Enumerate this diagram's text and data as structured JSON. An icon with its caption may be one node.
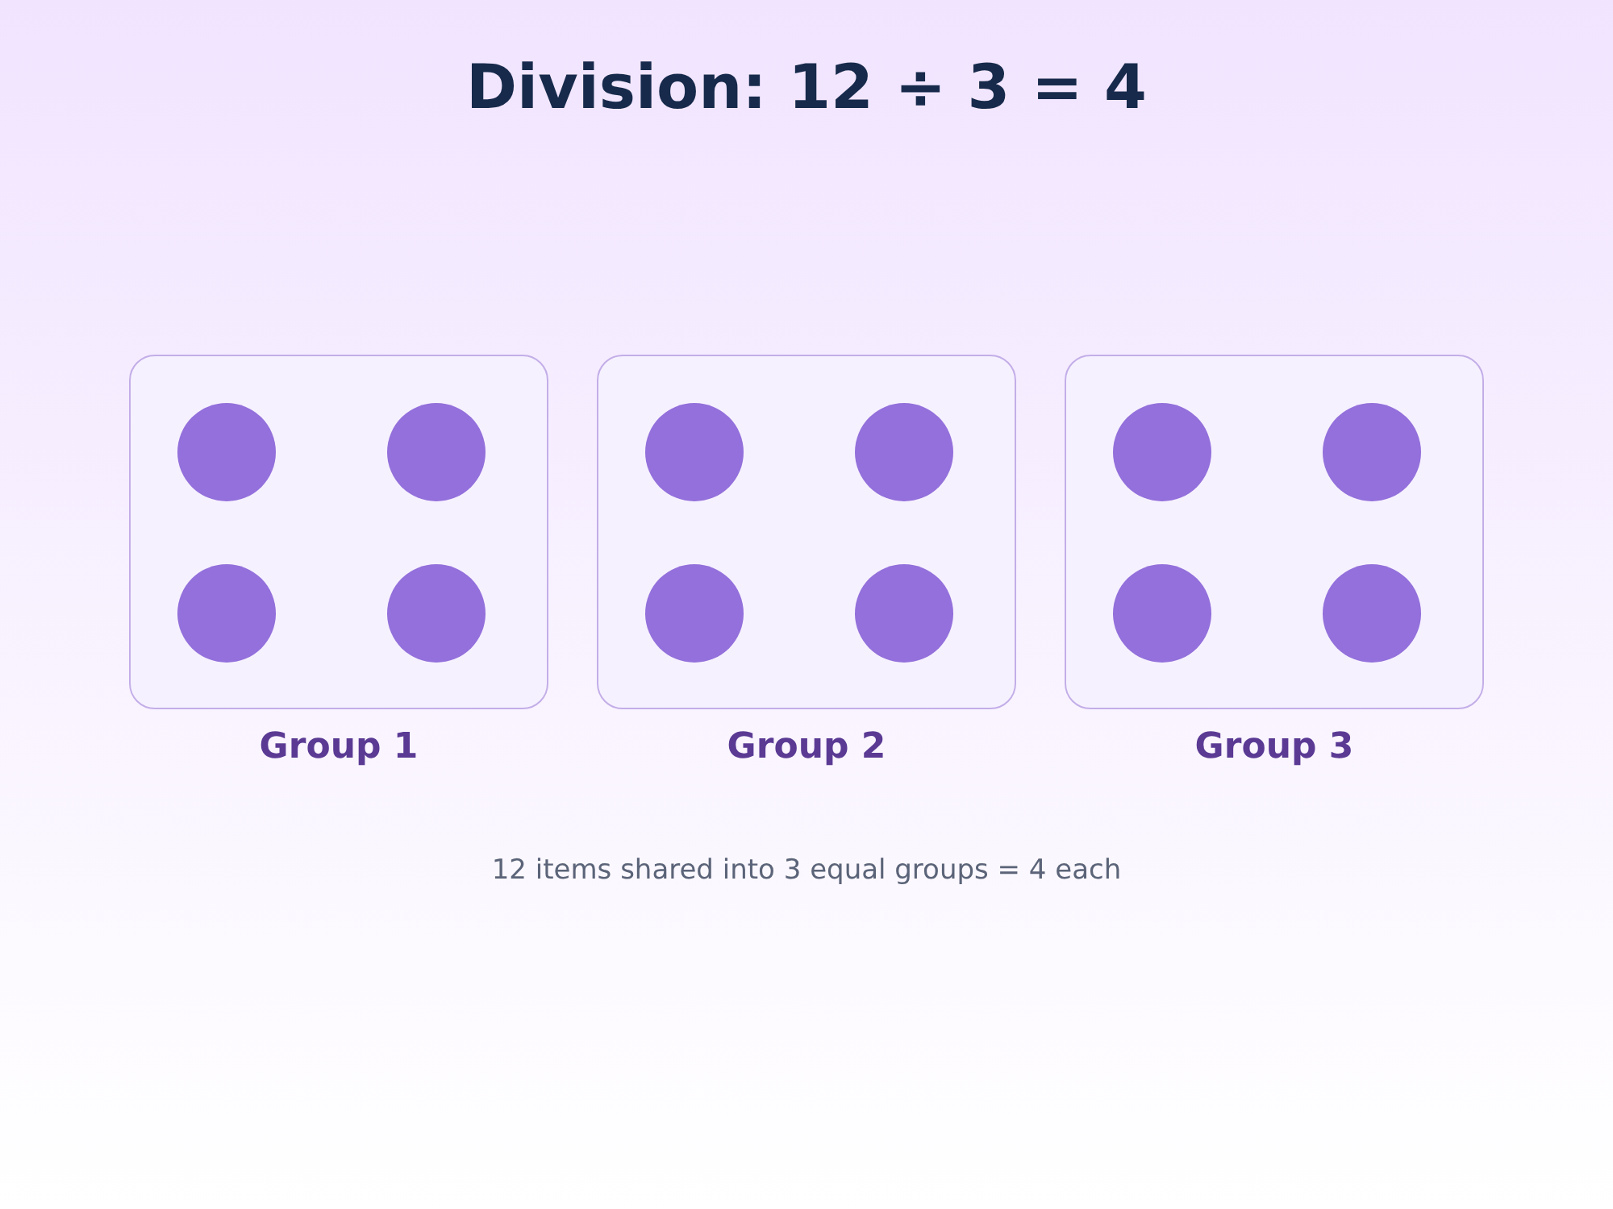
{
  "diagram": {
    "title": "Division: 12 ÷ 3 = 4",
    "caption": "12 items shared into 3 equal groups = 4 each",
    "nodes": [
      {
        "text": [
          "Group 1"
        ]
      },
      {
        "text": [],
        "shape": "circle",
        "in": 0
      },
      {
        "text": [],
        "shape": "circle",
        "in": 0
      },
      {
        "text": [],
        "shape": "circle",
        "in": 0
      },
      {
        "text": [],
        "shape": "circle",
        "in": 0
      },
      {
        "text": [
          "Group 2"
        ]
      },
      {
        "text": [],
        "shape": "circle",
        "in": 5
      },
      {
        "text": [],
        "shape": "circle",
        "in": 5
      },
      {
        "text": [],
        "shape": "circle",
        "in": 5
      },
      {
        "text": [],
        "shape": "circle",
        "in": 5
      },
      {
        "text": [
          "Group 3"
        ]
      },
      {
        "text": [],
        "shape": "circle",
        "in": 10
      },
      {
        "text": [],
        "shape": "circle",
        "in": 10
      },
      {
        "text": [],
        "shape": "circle",
        "in": 10
      },
      {
        "text": [],
        "shape": "circle",
        "in": 10
      }
    ],
    "edges": []
  }
}
